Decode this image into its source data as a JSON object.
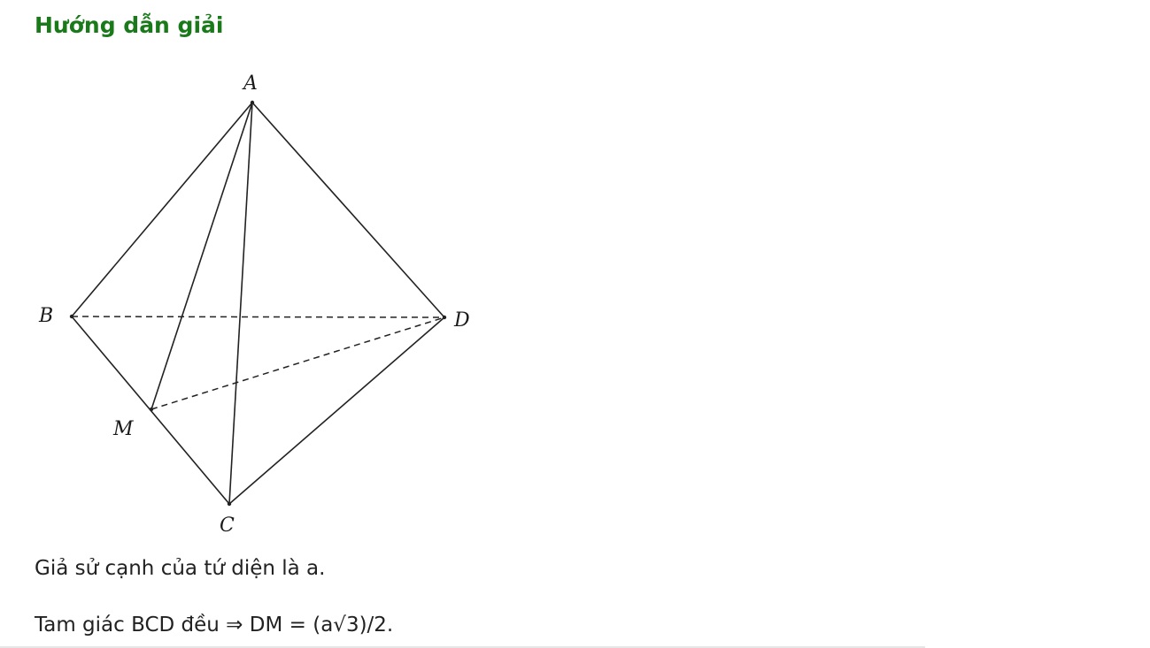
{
  "heading": "Hướng dẫn giải",
  "figure": {
    "labels": {
      "A": "A",
      "B": "B",
      "C": "C",
      "D": "D",
      "M": "M"
    },
    "line_color": "#222222"
  },
  "paragraphs": [
    "Giả sử cạnh của tứ diện là a.",
    "Tam giác BCD đều ⇒ DM = (a√3)/2."
  ],
  "colors": {
    "heading": "#1a7a1a",
    "text": "#222222"
  }
}
